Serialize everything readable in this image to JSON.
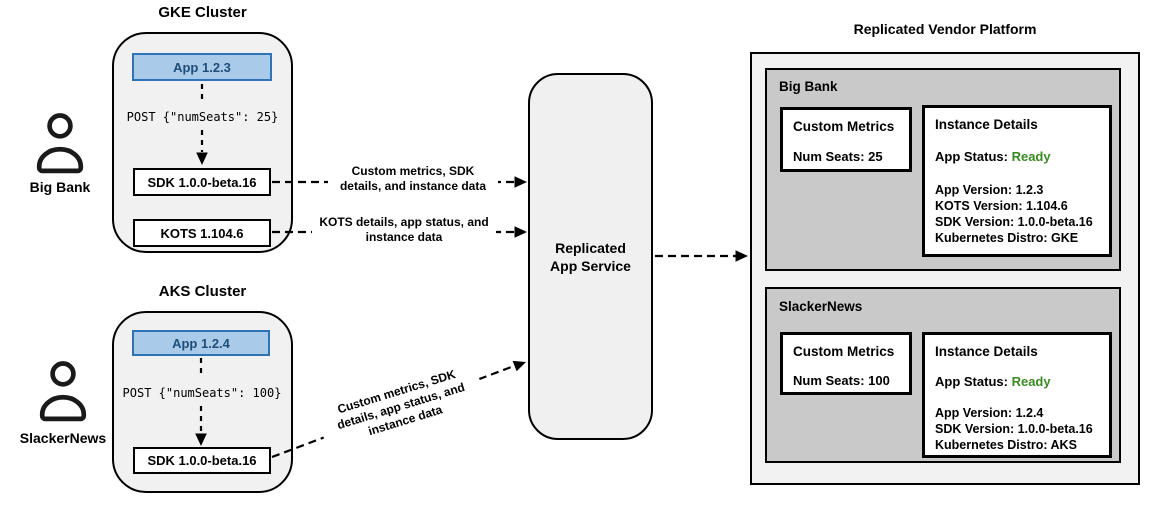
{
  "colors": {
    "app_fill": "#a9cbe9",
    "app_border": "#2e74b5",
    "app_text": "#1f4e79",
    "status_ready_green": "#3a8a23",
    "cluster_fill": "#f1f1f1",
    "customer_fill": "#c9c9c9",
    "platform_fill": "#f2f2f2",
    "line_black": "#000000"
  },
  "actors": [
    {
      "label": "Big Bank"
    },
    {
      "label": "SlackerNews"
    }
  ],
  "clusters": [
    {
      "title": "GKE Cluster",
      "app_label": "App 1.2.3",
      "post_label": "POST {\"numSeats\": 25}",
      "sdk_label": "SDK 1.0.0-beta.16",
      "kots_label": "KOTS 1.104.6"
    },
    {
      "title": "AKS Cluster",
      "app_label": "App 1.2.4",
      "post_label": "POST {\"numSeats\": 100}",
      "sdk_label": "SDK 1.0.0-beta.16"
    }
  ],
  "edges": [
    {
      "lines": [
        "Custom metrics, SDK",
        "details, and instance data"
      ]
    },
    {
      "lines": [
        "KOTS details, app status, and",
        "instance data"
      ]
    },
    {
      "lines": [
        "Custom metrics, SDK",
        "details, app status, and",
        "instance data"
      ]
    }
  ],
  "service": {
    "lines": [
      "Replicated",
      "App Service"
    ]
  },
  "platform": {
    "title": "Replicated Vendor Platform",
    "customers": [
      {
        "name": "Big Bank",
        "custom_metrics": {
          "title": "Custom Metrics",
          "value": "Num Seats: 25"
        },
        "instance_details": {
          "title": "Instance Details",
          "status_label": "App Status:",
          "status_value": "Ready",
          "lines": [
            "App Version: 1.2.3",
            "KOTS Version: 1.104.6",
            "SDK Version: 1.0.0-beta.16",
            "Kubernetes Distro: GKE"
          ]
        }
      },
      {
        "name": "SlackerNews",
        "custom_metrics": {
          "title": "Custom Metrics",
          "value": "Num Seats: 100"
        },
        "instance_details": {
          "title": "Instance Details",
          "status_label": "App Status:",
          "status_value": "Ready",
          "lines": [
            "App Version: 1.2.4",
            "SDK Version: 1.0.0-beta.16",
            "Kubernetes Distro: AKS"
          ]
        }
      }
    ]
  }
}
